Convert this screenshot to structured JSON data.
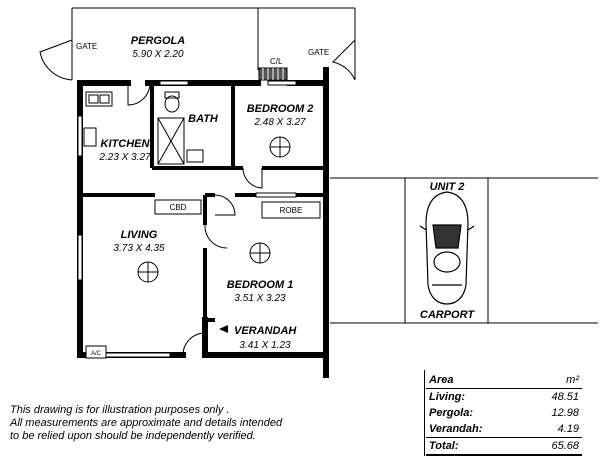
{
  "rooms": {
    "pergola": {
      "name": "PERGOLA",
      "dims": "5.90 X 2.20"
    },
    "bath": {
      "name": "BATH"
    },
    "bedroom2": {
      "name": "BEDROOM 2",
      "dims": "2.48 X 3.27"
    },
    "kitchen": {
      "name": "KITCHEN",
      "dims": "2.23 X 3.27"
    },
    "living": {
      "name": "LIVING",
      "dims": "3.73 X 4.35"
    },
    "bedroom1": {
      "name": "BEDROOM 1",
      "dims": "3.51 X 3.23"
    },
    "verandah": {
      "name": "VERANDAH",
      "dims": "3.41 X 1.23"
    }
  },
  "labels": {
    "gate_left": "GATE",
    "gate_right": "GATE",
    "cl": "C/L",
    "cbd": "CBD",
    "robe": "ROBE",
    "ac": "A/C",
    "unit": "UNIT 2",
    "carport": "CARPORT"
  },
  "disclaimer": [
    "This drawing is for illustration purposes only .",
    "All measurements are approximate and details intended",
    "to be relied upon should be independently verified."
  ],
  "area_table": {
    "header": "Area",
    "unit": "m²",
    "rows": [
      {
        "label": "Living:",
        "value": "48.51"
      },
      {
        "label": "Pergola:",
        "value": "12.98"
      },
      {
        "label": "Verandah:",
        "value": "4.19"
      }
    ],
    "total": {
      "label": "Total:",
      "value": "65.68"
    }
  }
}
